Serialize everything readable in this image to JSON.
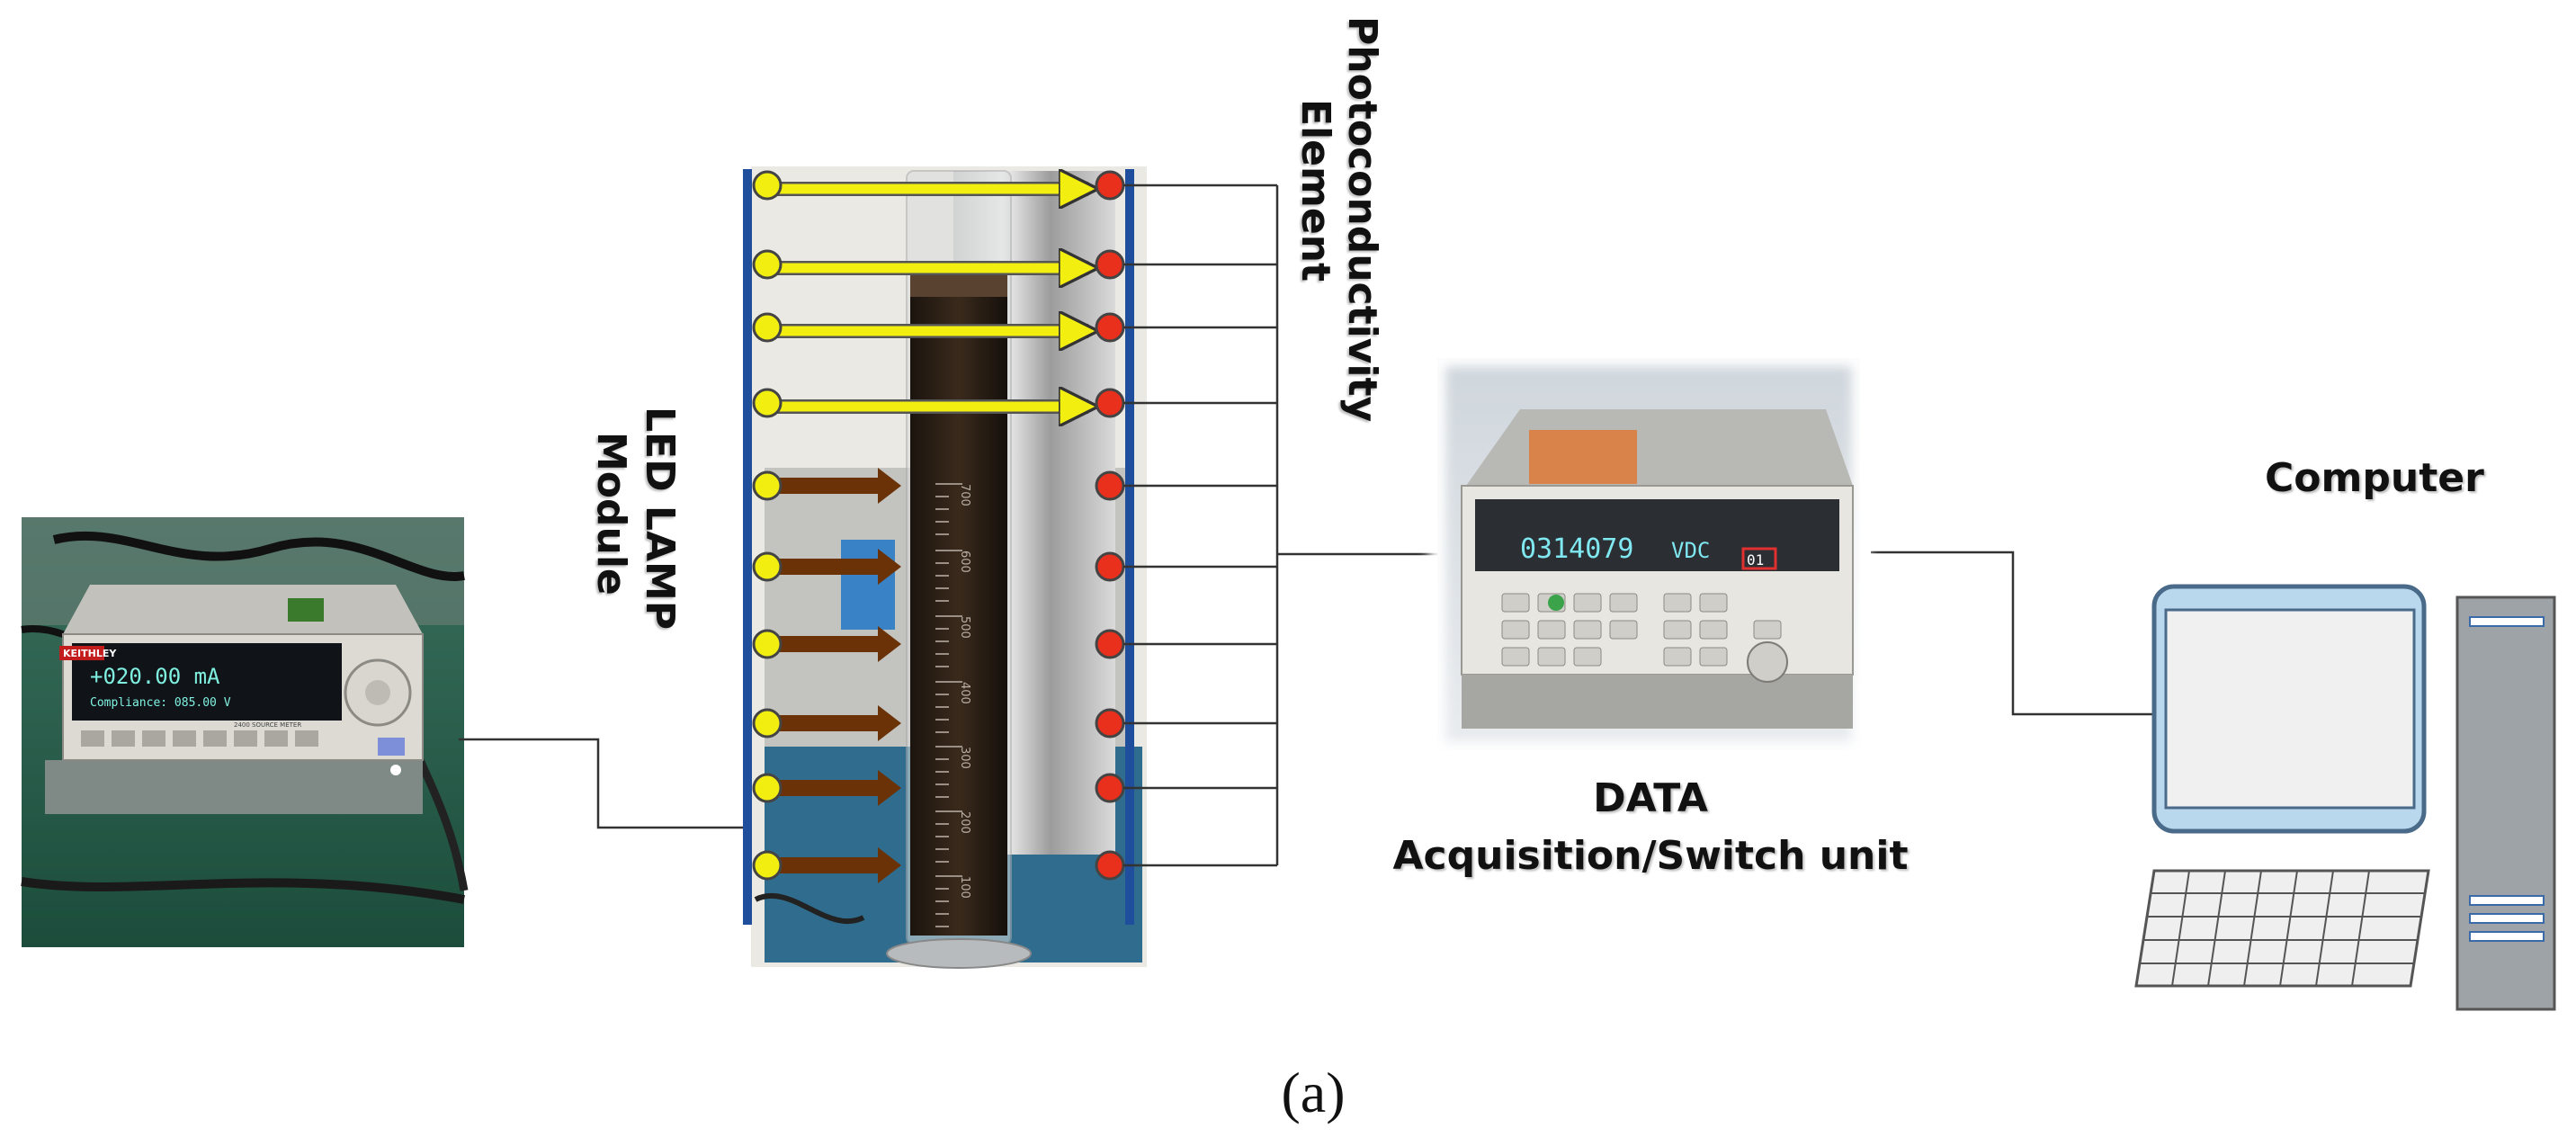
{
  "labels": {
    "photoconductivity_line1": "Photoconductivity",
    "photoconductivity_line2": "Element",
    "led_line1": "LED LAMP",
    "led_line2": "Module",
    "computer": "Computer",
    "daq_line1": "DATA",
    "daq_line2": "Acquisition/Switch unit",
    "panel": "(a)"
  },
  "current_source": {
    "brand": "KEITHLEY",
    "display_line1": "+020.00 mA",
    "display_line2": "Compliance: 085.00 V",
    "model_text": "2400 SOURCE METER"
  },
  "daq": {
    "reading": "0314079",
    "unit": "VDC",
    "channel": "01"
  },
  "cylinder_scale": [
    "700",
    "600",
    "500",
    "400",
    "300",
    "200",
    "100"
  ],
  "colors": {
    "rail": "#1f4e9c",
    "led_yellow": "#f2ee10",
    "sensor_red": "#e8301c",
    "brown_arrow": "#6b3208",
    "wire": "#333333",
    "screen_border": "#4a6a8a"
  }
}
